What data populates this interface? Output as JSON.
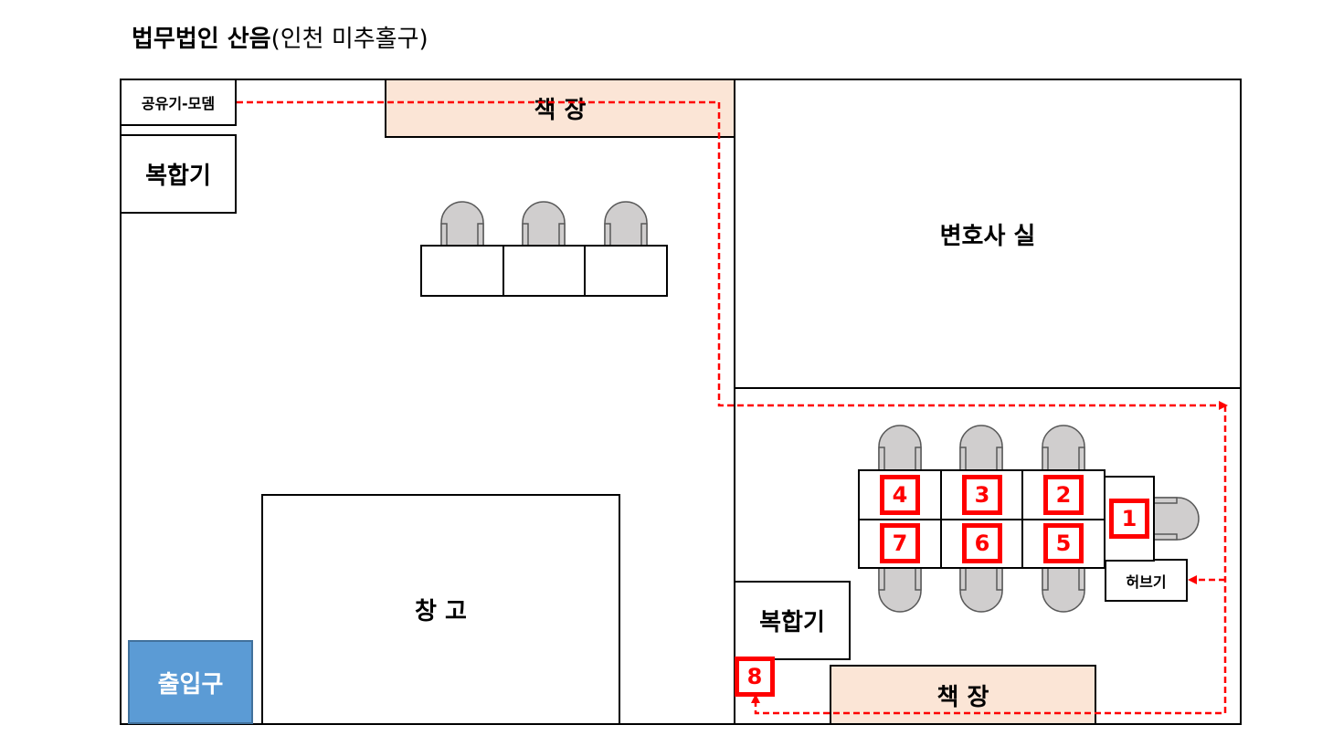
{
  "title": {
    "bold": "법무법인 산음",
    "rest": "(인천 미추홀구)"
  },
  "rooms": {
    "router": "공유기-모뎀",
    "bookshelf_top": "책 장",
    "printer_left": "복합기",
    "lawyer_room": "변호사 실",
    "storage": "창 고",
    "entrance": "출입구",
    "printer_right": "복합기",
    "bookshelf_bottom": "책 장",
    "hub": "허브기"
  },
  "seats": [
    "1",
    "2",
    "3",
    "4",
    "5",
    "6",
    "7",
    "8"
  ],
  "colors": {
    "line": "#000000",
    "dashed_cable": "#ff0000",
    "bookshelf": "#fbe5d6",
    "entrance": "#5b9bd5",
    "chair": "#d0cece",
    "marker": "#ff0000"
  }
}
